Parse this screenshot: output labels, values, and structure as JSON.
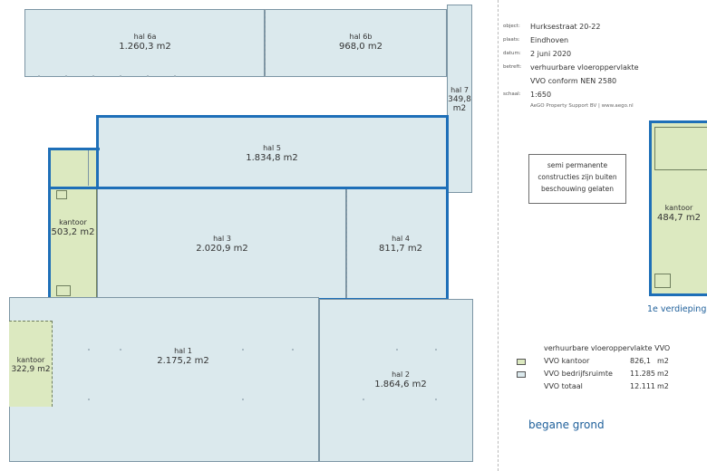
{
  "floorplan": {
    "hal6a": {
      "name": "hal 6a",
      "area": "1.260,3 m2"
    },
    "hal6b": {
      "name": "hal 6b",
      "area": "968,0 m2"
    },
    "hal7": {
      "name": "hal 7",
      "area": "349,8 m2"
    },
    "hal5": {
      "name": "hal 5",
      "area": "1.834,8 m2"
    },
    "kantoor_left": {
      "name": "kantoor",
      "area": "503,2 m2"
    },
    "hal3": {
      "name": "hal 3",
      "area": "2.020,9 m2"
    },
    "hal4": {
      "name": "hal 4",
      "area": "811,7 m2"
    },
    "hal1": {
      "name": "hal 1",
      "area": "2.175,2 m2"
    },
    "kantoor_small": {
      "name": "kantoor",
      "area": "322,9 m2"
    },
    "hal2": {
      "name": "hal 2",
      "area": "1.864,6 m2"
    },
    "kantoor_upper": {
      "name": "kantoor",
      "area": "484,7 m2"
    }
  },
  "info": {
    "object_key": "object:",
    "object_val": "Hurksestraat 20-22",
    "plaats_key": "plaats:",
    "plaats_val": "Eindhoven",
    "datum_key": "datum:",
    "datum_val": "2 juni 2020",
    "betreft_key": "betreft:",
    "betreft_val1": "verhuurbare vloeroppervlakte",
    "betreft_val2": "VVO conform NEN 2580",
    "schaal_key": "schaal:",
    "schaal_val": "1:650",
    "company": "AeGO Property Support BV  |  www.aego.nl"
  },
  "note": {
    "line1": "semi permanente",
    "line2": "constructies zijn buiten",
    "line3": "beschouwing gelaten"
  },
  "floor_labels": {
    "upper": "1e verdieping",
    "ground": "begane grond"
  },
  "legend": {
    "title": "verhuurbare vloeroppervlakte VVO",
    "rows": [
      {
        "label": "VVO kantoor",
        "value": "826,1",
        "unit": "m2",
        "color": "#dce9c0"
      },
      {
        "label": "VVO bedrijfsruimte",
        "value": "11.285",
        "unit": "m2",
        "color": "#dbe9ed"
      },
      {
        "label": "VVO totaal",
        "value": "12.111",
        "unit": "m2"
      }
    ]
  },
  "colors": {
    "highlight": "#1e6fb8",
    "hall": "#dbe9ed",
    "office": "#dce9c0"
  }
}
